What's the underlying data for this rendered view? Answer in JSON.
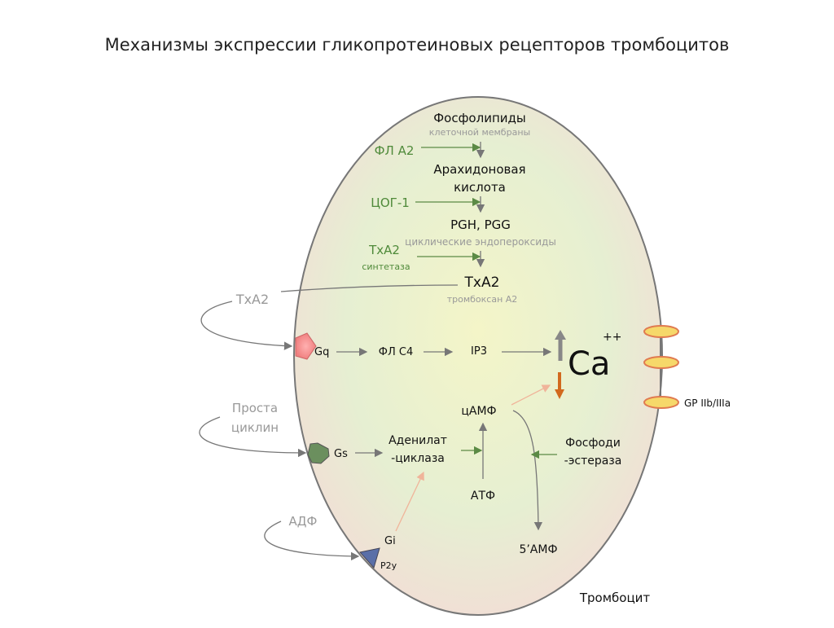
{
  "title": "Механизмы экспрессии гликопротеиновых рецепторов тромбоцитов",
  "cascade": {
    "phospholipids": "Фосфолипиды",
    "membrane": "клеточной мембраны",
    "pla2": "ФЛ А2",
    "arachidonic_1": "Арахидоновая",
    "arachidonic_2": "кислота",
    "cox1": "ЦОГ-1",
    "pgh_pgg": "PGH, PGG",
    "endoperoxides": "циклические эндопероксиды",
    "txa2_synth": "TxA2",
    "synthase": "синтетаза",
    "txa2": "TxA2",
    "thromboxane": "тромбоксан А2"
  },
  "pathway": {
    "txa2_ext": "TxA2",
    "gq": "Gq",
    "plc": "ФЛ С4",
    "ip3": "IP3",
    "ca": "Ca",
    "ca_charge": "++",
    "prostacyclin_1": "Проста",
    "prostacyclin_2": "циклин",
    "gs": "Gs",
    "adenylate_1": "Аденилат",
    "adenylate_2": "-циклаза",
    "camp": "цАМФ",
    "atp": "АТФ",
    "pde_1": "Фосфоди",
    "pde_2": "-эстераза",
    "amp5": "5’АМФ",
    "adp": "АДФ",
    "gi": "Gi",
    "p2y": "P2y",
    "receptor": "GP IIb/IIIa",
    "cell": "Тромбоцит"
  },
  "colors": {
    "gq": "#f08080",
    "gs": "#6b8f5e",
    "p2y": "#5a6fa8",
    "calcium_down": "#d2691e",
    "enzyme": "#4f8a3a"
  }
}
